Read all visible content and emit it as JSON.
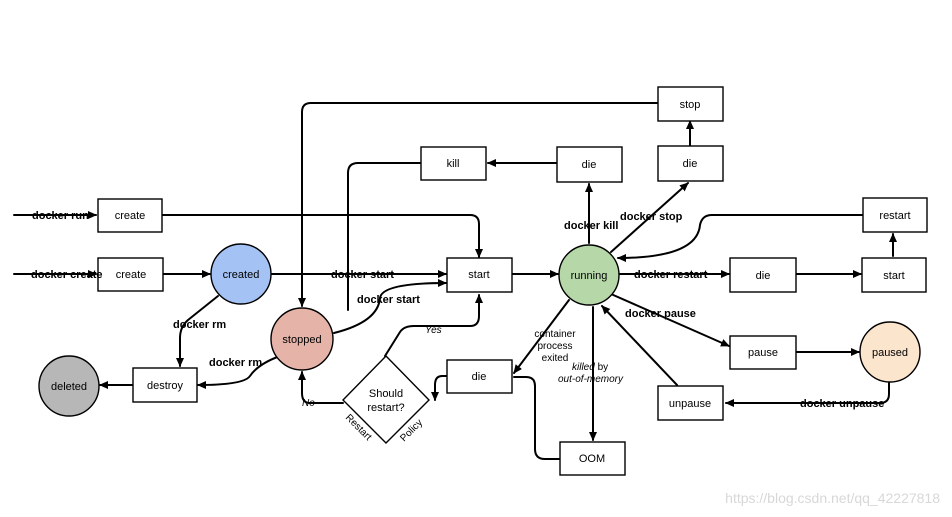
{
  "diagram": {
    "states": {
      "created": "created",
      "running": "running",
      "stopped": "stopped",
      "paused": "paused",
      "deleted": "deleted"
    },
    "events": {
      "create_top": "create",
      "create_mid": "create",
      "start_main": "start",
      "kill": "kill",
      "die_kill": "die",
      "die_stop": "die",
      "stop": "stop",
      "restart": "restart",
      "die_restart": "die",
      "start_restart": "start",
      "pause": "pause",
      "unpause": "unpause",
      "die_exit": "die",
      "oom": "OOM",
      "destroy": "destroy"
    },
    "decision": {
      "line1": "Should",
      "line2": "restart?",
      "yes": "Yes",
      "no": "No",
      "side_left": "Restart",
      "side_right": "Policy"
    },
    "commands": {
      "docker_run": "docker run",
      "docker_create": "docker create",
      "docker_start": "docker start",
      "docker_start_2": "docker start",
      "docker_kill": "docker kill",
      "docker_stop": "docker stop",
      "docker_restart": "docker restart",
      "docker_pause": "docker pause",
      "docker_unpause": "docker unpause",
      "docker_rm": "docker rm",
      "docker_rm_2": "docker rm"
    },
    "notes": {
      "container_exit_1": "container",
      "container_exit_2": "process",
      "container_exit_3": "exited",
      "killed_1": "killed",
      "killed_1b": " by",
      "killed_2": "out-of-memory"
    },
    "colors": {
      "created": "#a4c2f4",
      "running": "#b6d7a8",
      "stopped": "#e6b3a8",
      "paused": "#fce5cd",
      "deleted": "#b7b7b7"
    }
  },
  "watermark": "https://blog.csdn.net/qq_42227818"
}
